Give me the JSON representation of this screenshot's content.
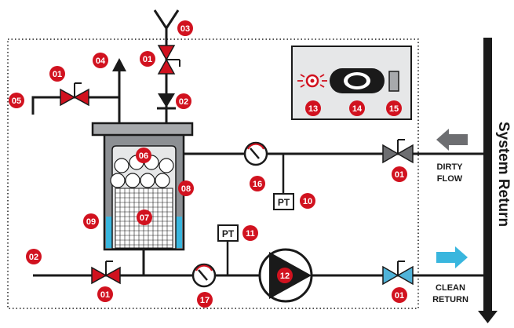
{
  "system_return_label": "System Return",
  "dirty_flow_label": [
    "DIRTY",
    "FLOW"
  ],
  "clean_return_label": [
    "CLEAN",
    "RETURN"
  ],
  "pt_label": "PT",
  "colors": {
    "badge": "#d1121f",
    "pipe": "#1a1a1a",
    "valve_red": "#d1121f",
    "valve_grey": "#6d6e71",
    "valve_blue": "#4fb3d9",
    "arrow_grey": "#6d6e71",
    "arrow_blue": "#39b6de",
    "housing": "#8c8f93",
    "cap": "#a7a9ac",
    "water": "#39b6de",
    "panel": "#e6e7e8"
  },
  "badges": {
    "b01_top": "01",
    "b01_left": "01",
    "b01_dirty": "01",
    "b01_bottom": "01",
    "b01_clean": "01",
    "b02_top": "02",
    "b02_left": "02",
    "b03": "03",
    "b04": "04",
    "b05": "05",
    "b06": "06",
    "b07": "07",
    "b08": "08",
    "b09": "09",
    "b10": "10",
    "b11": "11",
    "b12": "12",
    "b13": "13",
    "b14": "14",
    "b15": "15",
    "b16": "16",
    "b17": "17"
  }
}
